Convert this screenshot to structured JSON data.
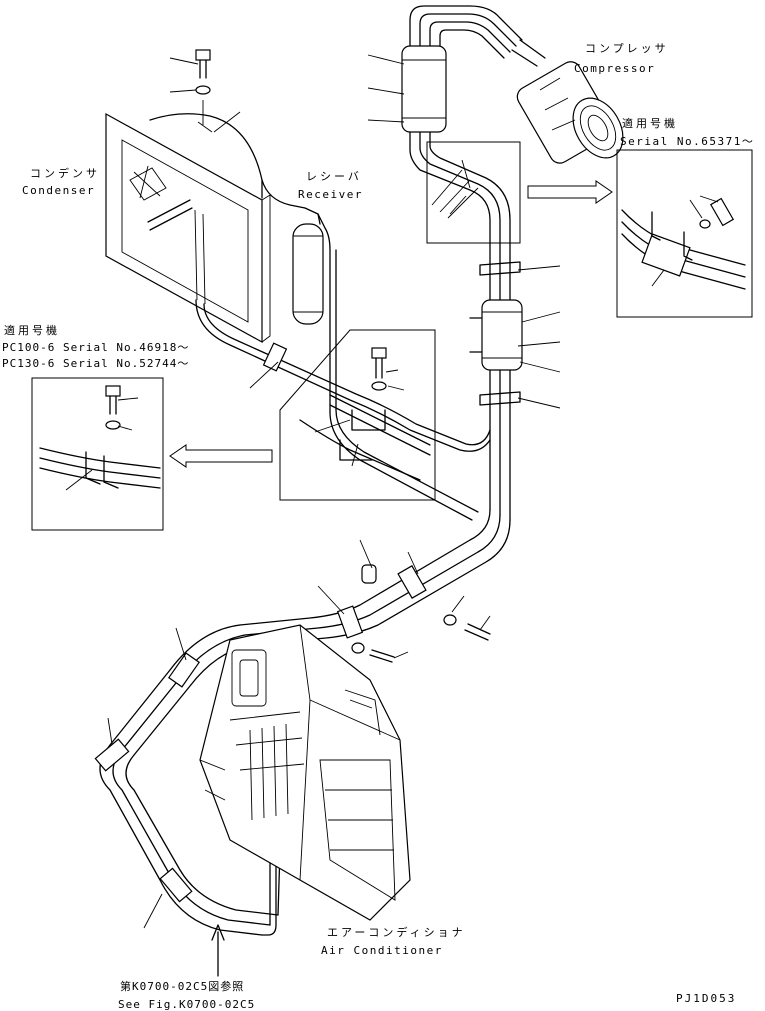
{
  "labels": {
    "compressor_jp": "コンプレッサ",
    "compressor_en": "Compressor",
    "condenser_jp": "コンデンサ",
    "condenser_en": "Condenser",
    "receiver_jp": "レシーバ",
    "receiver_en": "Receiver",
    "serial_right_jp": "適用号機",
    "serial_right_en": "Serial No.65371～",
    "serial_left_jp": "適用号機",
    "serial_left_1": "PC100-6 Serial No.46918～",
    "serial_left_2": "PC130-6 Serial No.52744～",
    "aircon_jp": "エアーコンディショナ",
    "aircon_en": "Air Conditioner",
    "ref_jp": "第K0700-02C5図参照",
    "ref_en": "See Fig.K0700-02C5",
    "drawing_code": "PJ1D053"
  }
}
